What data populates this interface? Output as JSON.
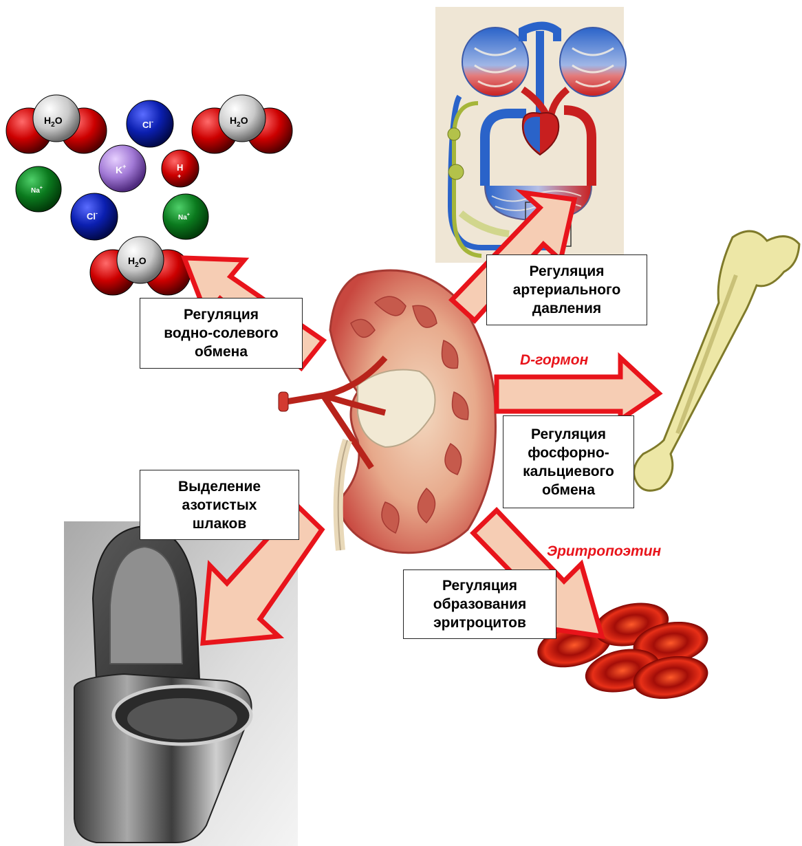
{
  "molecules": {
    "water_label": "H",
    "water_sub": "2",
    "water_o": "O",
    "chloride": "Cl",
    "chloride_sup": "-",
    "sodium": "Na",
    "sodium_sup": "+",
    "potassium": "K",
    "potassium_sup": "+",
    "hydrogen": "H",
    "hydrogen_sup": "+"
  },
  "labels": {
    "water_salt": "Регуляция\nводно-солевого\nобмена",
    "pressure": "Регуляция\nартериального\nдавления",
    "phosphorus_calcium": "Регуляция\nфосфорно-\nкальциевого\nобмена",
    "nitrogen_waste": "Выделение\nазотистых\nшлаков",
    "erythrocytes": "Регуляция\nобразования\nэритроцитов"
  },
  "hormones": {
    "d_hormone": "D-гормон",
    "erythropoietin": "Эритропоэтин"
  },
  "colors": {
    "arrow_outline": "#e8141b",
    "arrow_fill": "#f6cdb4",
    "hormone_text": "#e8141b",
    "kidney": "#c8473f",
    "bone": "#ede7a6",
    "blood_cell": "#d4211b"
  }
}
